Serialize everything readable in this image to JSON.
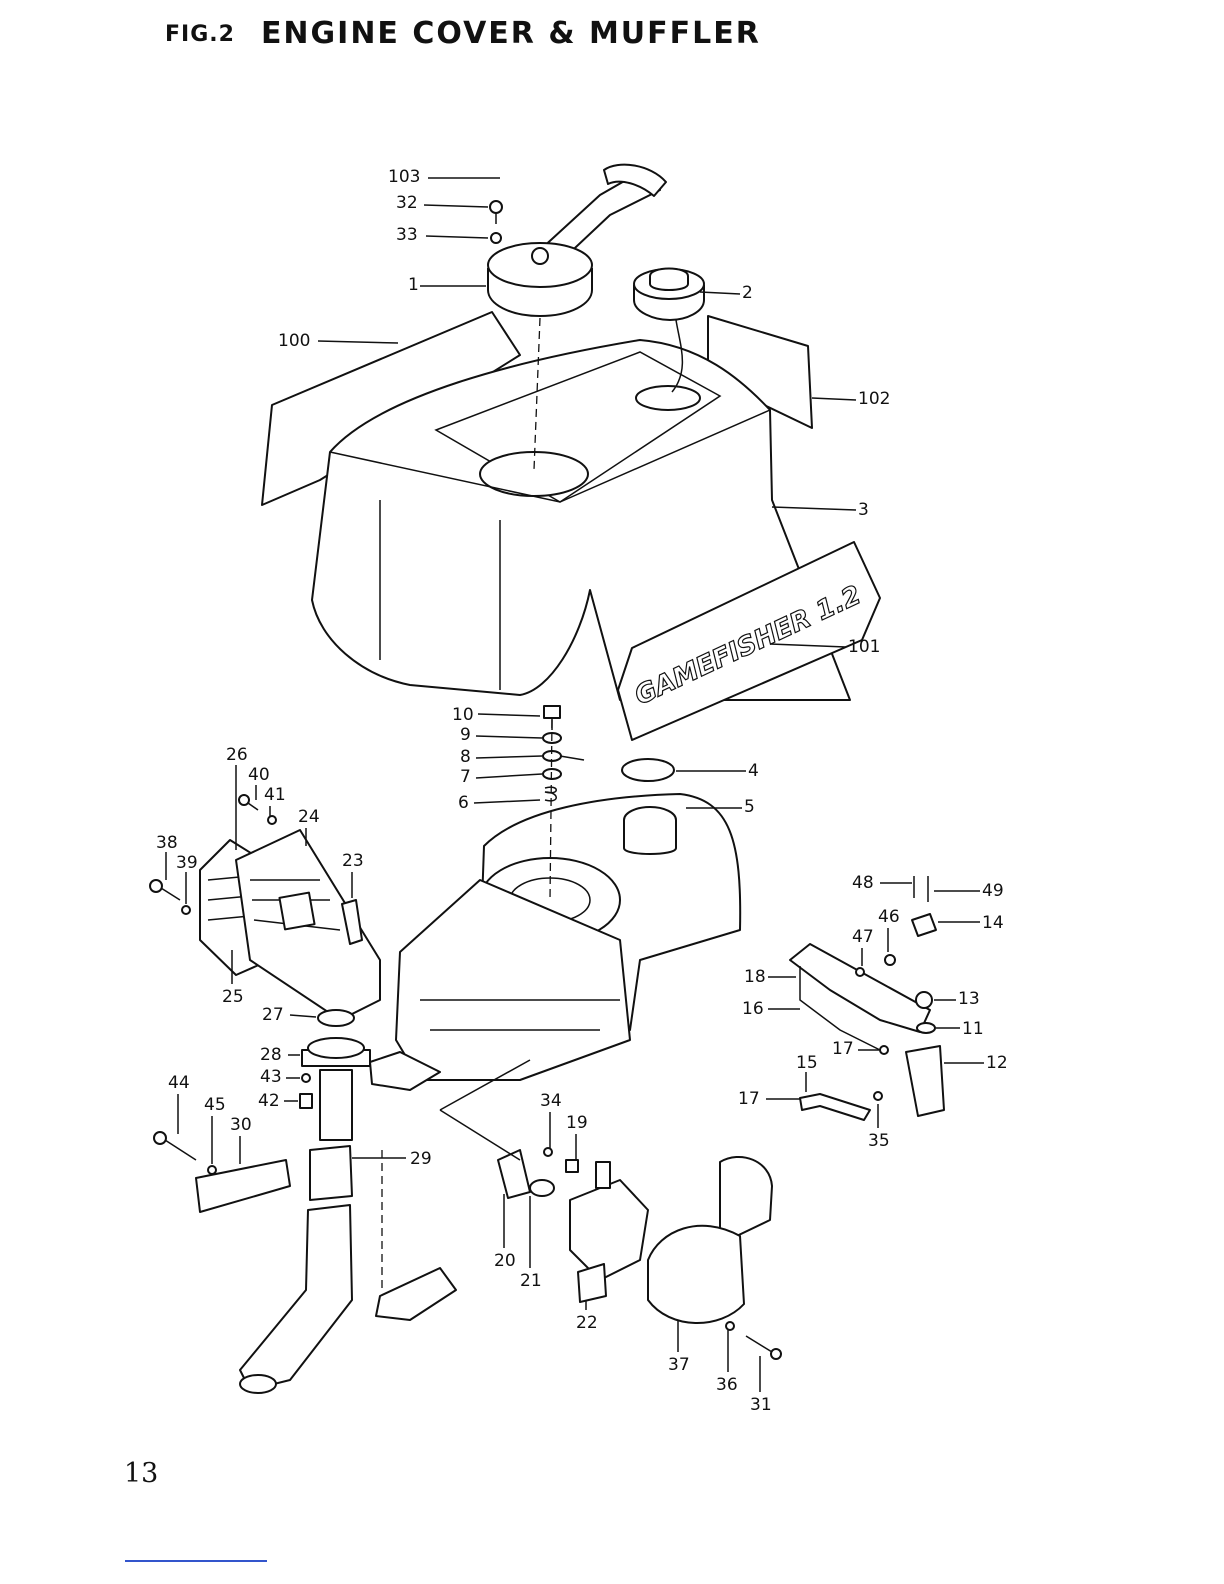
{
  "figure": {
    "number": "FIG.2",
    "title": "ENGINE COVER & MUFFLER"
  },
  "decal_text": "GAMEFISHER 1.2",
  "page_number": "13",
  "callouts": [
    "103",
    "32",
    "33",
    "1",
    "2",
    "100",
    "102",
    "3",
    "101",
    "10",
    "9",
    "8",
    "7",
    "6",
    "4",
    "5",
    "26",
    "40",
    "41",
    "24",
    "38",
    "39",
    "23",
    "25",
    "27",
    "28",
    "43",
    "42",
    "44",
    "45",
    "30",
    "29",
    "48",
    "49",
    "46",
    "14",
    "47",
    "18",
    "13",
    "16",
    "11",
    "17",
    "12",
    "15",
    "17",
    "35",
    "34",
    "19",
    "20",
    "21",
    "22",
    "37",
    "36",
    "31"
  ]
}
